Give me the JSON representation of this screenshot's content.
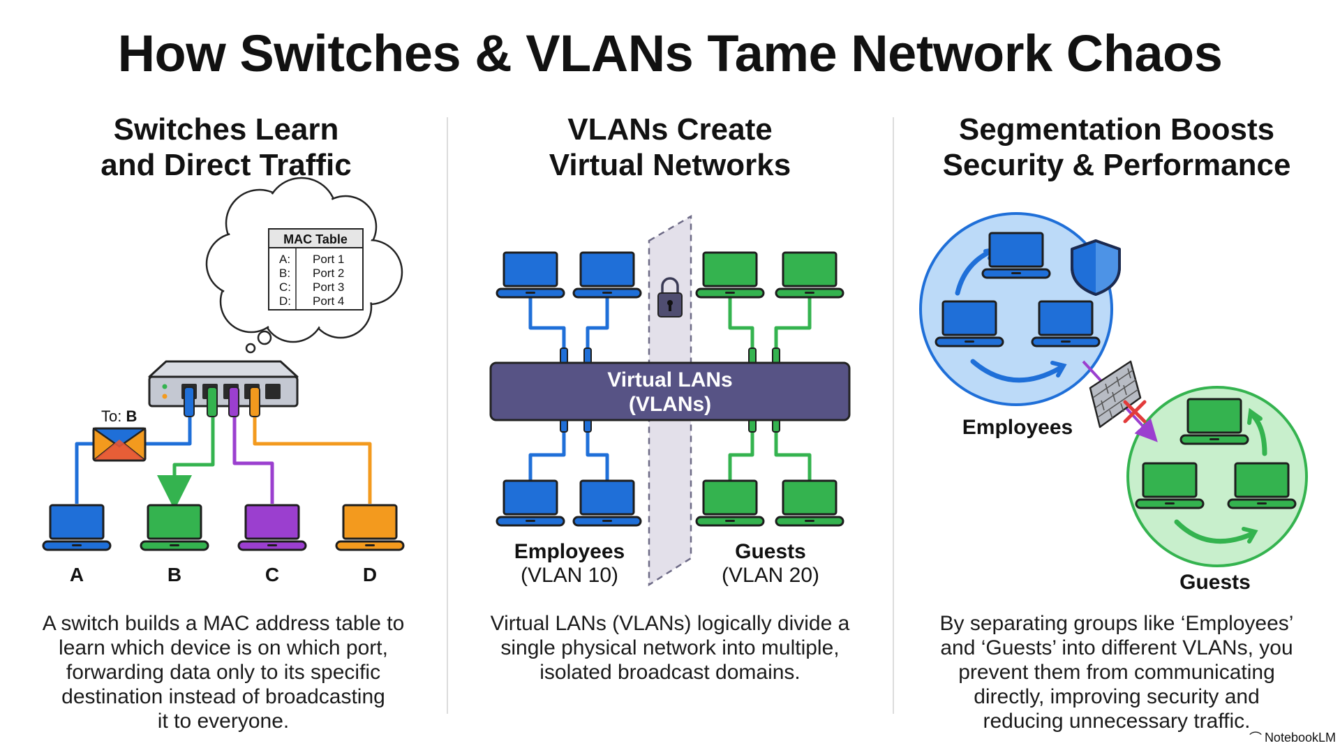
{
  "title": "How Switches & VLANs Tame Network Chaos",
  "panels": [
    {
      "title_lines": [
        "Switches Learn",
        "and Direct Traffic"
      ],
      "mac_table": {
        "header": "MAC Table",
        "rows": [
          {
            "device": "A:",
            "port": "Port 1"
          },
          {
            "device": "B:",
            "port": "Port 2"
          },
          {
            "device": "C:",
            "port": "Port 3"
          },
          {
            "device": "D:",
            "port": "Port 4"
          }
        ]
      },
      "envelope_label_prefix": "To: ",
      "envelope_label_target": "B",
      "devices": [
        "A",
        "B",
        "C",
        "D"
      ],
      "description_lines": [
        "A switch builds a MAC address table to",
        "learn which device is on which port,",
        "forwarding data only to its specific",
        "destination instead of broadcasting",
        "it to everyone."
      ]
    },
    {
      "title_lines": [
        "VLANs Create",
        "Virtual Networks"
      ],
      "bar_label_lines": [
        "Virtual LANs",
        "(VLANs)"
      ],
      "groups": [
        {
          "name": "Employees",
          "vlan": "(VLAN 10)"
        },
        {
          "name": "Guests",
          "vlan": "(VLAN 20)"
        }
      ],
      "description_lines": [
        "Virtual LANs (VLANs) logically divide a",
        "single physical network into multiple,",
        "isolated broadcast domains."
      ]
    },
    {
      "title_lines": [
        "Segmentation Boosts",
        "Security & Performance"
      ],
      "groups": [
        "Employees",
        "Guests"
      ],
      "description_lines": [
        "By separating groups like ‘Employees’",
        "and ‘Guests’ into different VLANs, you",
        "prevent them from communicating",
        "directly, improving security and",
        "reducing unnecessary traffic."
      ]
    }
  ],
  "colors": {
    "blue": "#1f6fd8",
    "green": "#34b34f",
    "purple": "#9b3fcf",
    "orange": "#f39a1e",
    "vlan_bar": "#575385",
    "red_cross": "#e23b3b"
  },
  "icons": [
    "thought-cloud",
    "switch",
    "envelope",
    "laptop",
    "padlock",
    "shield",
    "firewall-brick-wall",
    "cycle-arrow",
    "blocked-arrow"
  ],
  "watermark": "NotebookLM"
}
